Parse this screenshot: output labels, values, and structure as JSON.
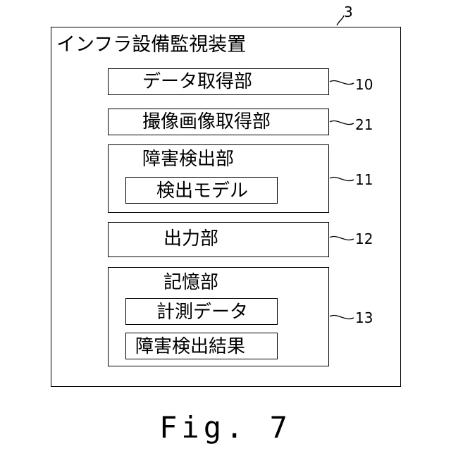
{
  "figure": {
    "caption": "Fig. 7",
    "device_ref": "3",
    "device_title": "インフラ設備監視装置",
    "blocks": [
      {
        "label": "データ取得部",
        "ref": "10"
      },
      {
        "label": "撮像画像取得部",
        "ref": "21"
      },
      {
        "label": "障害検出部",
        "ref": "11",
        "sub": [
          "検出モデル"
        ]
      },
      {
        "label": "出力部",
        "ref": "12"
      },
      {
        "label": "記憶部",
        "ref": "13",
        "sub": [
          "計測データ",
          "障害検出結果"
        ]
      }
    ]
  }
}
